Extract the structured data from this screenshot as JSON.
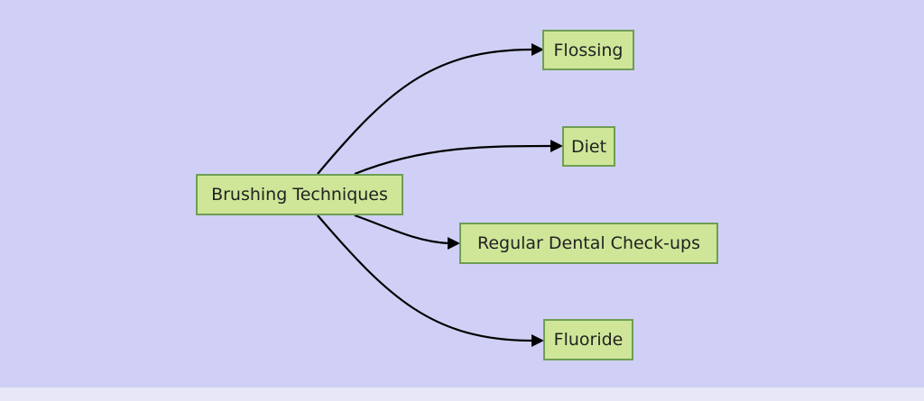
{
  "diagram": {
    "root": {
      "label": "Brushing Techniques"
    },
    "children": [
      {
        "id": "flossing",
        "label": "Flossing"
      },
      {
        "id": "diet",
        "label": "Diet"
      },
      {
        "id": "checkups",
        "label": "Regular Dental Check-ups"
      },
      {
        "id": "fluoride",
        "label": "Fluoride"
      }
    ],
    "edges": [
      {
        "from": "root",
        "to": "flossing"
      },
      {
        "from": "root",
        "to": "diet"
      },
      {
        "from": "root",
        "to": "checkups"
      },
      {
        "from": "root",
        "to": "fluoride"
      }
    ]
  },
  "colors": {
    "background": "#d0d0f6",
    "node_fill": "#cfe698",
    "node_border": "#6e9e55",
    "edge": "#000000"
  }
}
